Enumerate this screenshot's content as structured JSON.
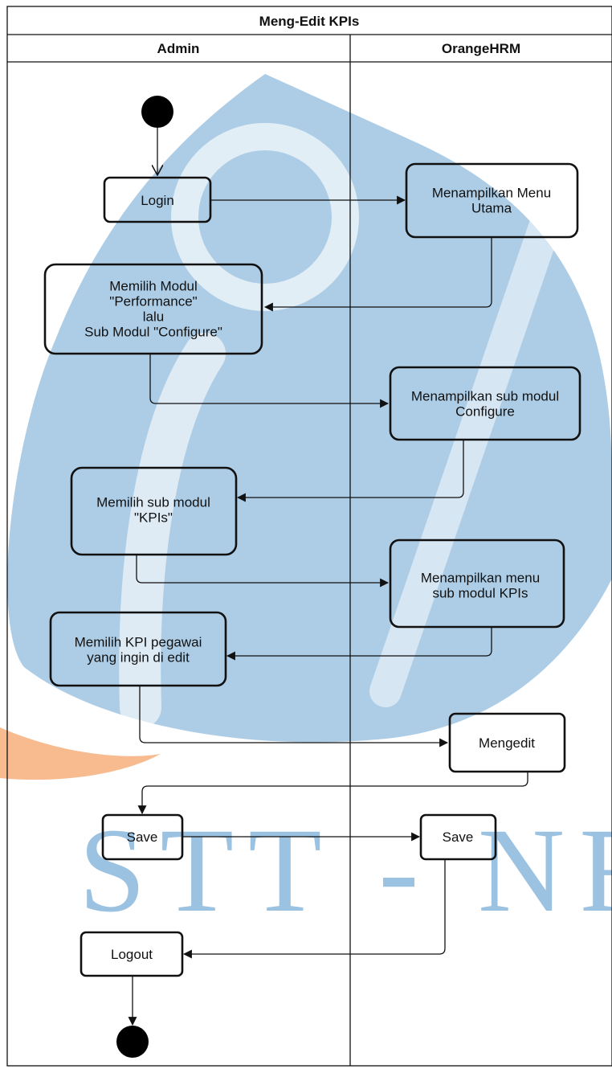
{
  "diagram": {
    "title": "Meng-Edit KPIs",
    "lanes": {
      "left": "Admin",
      "right": "OrangeHRM"
    },
    "watermark": "STT - NF",
    "nodes": {
      "login": [
        "Login"
      ],
      "tampil_menu_utama": [
        "Menampilkan Menu",
        "Utama"
      ],
      "pilih_modul": [
        "Memilih Modul",
        "\"Performance\"",
        "lalu",
        "Sub Modul \"Configure\""
      ],
      "tampil_configure": [
        "Menampilkan sub modul",
        "Configure"
      ],
      "pilih_kpis": [
        "Memilih sub modul",
        "\"KPIs\""
      ],
      "tampil_kpis": [
        "Menampilkan menu",
        "sub modul KPIs"
      ],
      "pilih_kpi_pegawai": [
        "Memilih KPI pegawai",
        "yang ingin di edit"
      ],
      "mengedit": [
        "Mengedit"
      ],
      "save_admin": [
        "Save"
      ],
      "save_system": [
        "Save"
      ],
      "logout": [
        "Logout"
      ]
    },
    "colors": {
      "watermark_blue": "#4a90c8",
      "watermark_orange": "#f4a46a",
      "line": "#111111"
    }
  }
}
